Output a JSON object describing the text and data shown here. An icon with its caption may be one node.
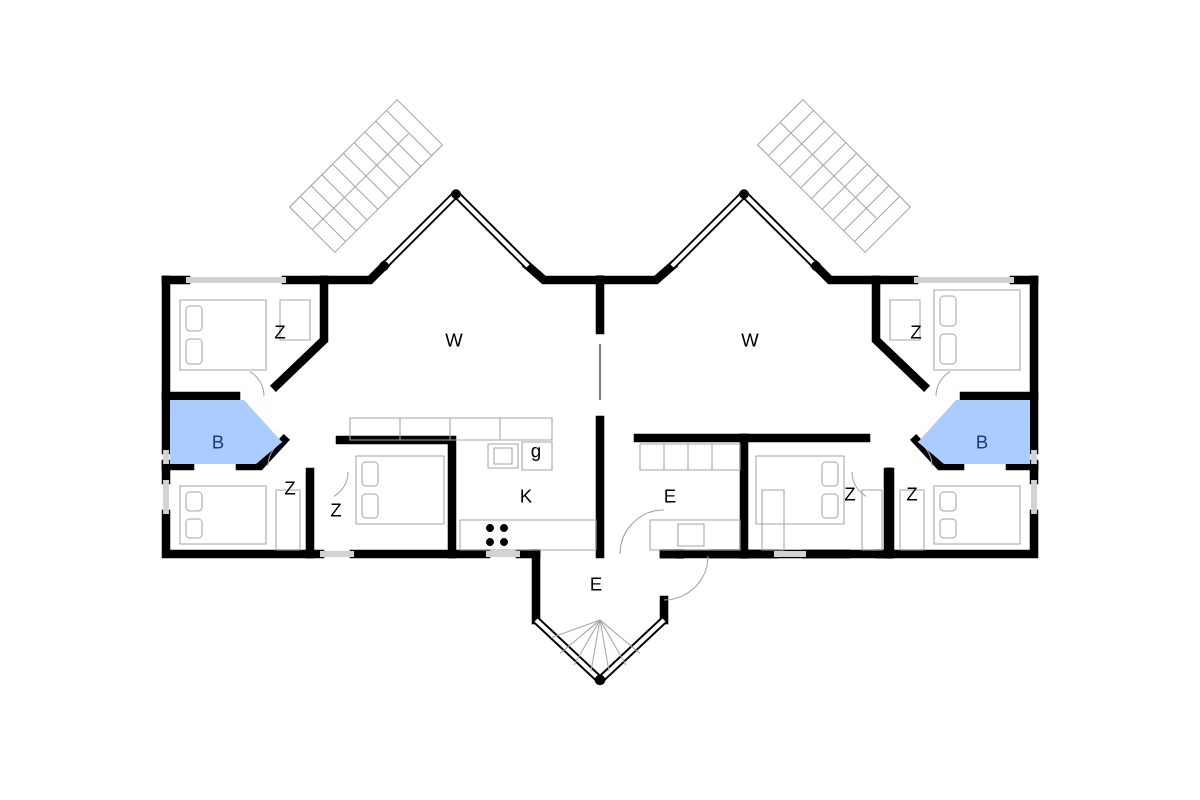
{
  "diagram": {
    "nodes": [
      {
        "text": [
          "B"
        ]
      },
      {
        "text": [
          "B"
        ]
      }
    ],
    "labels": [
      "Z",
      "W",
      "W",
      "Z",
      "g",
      "Z",
      "K",
      "E",
      "Z",
      "Z",
      "Z",
      "E"
    ]
  }
}
